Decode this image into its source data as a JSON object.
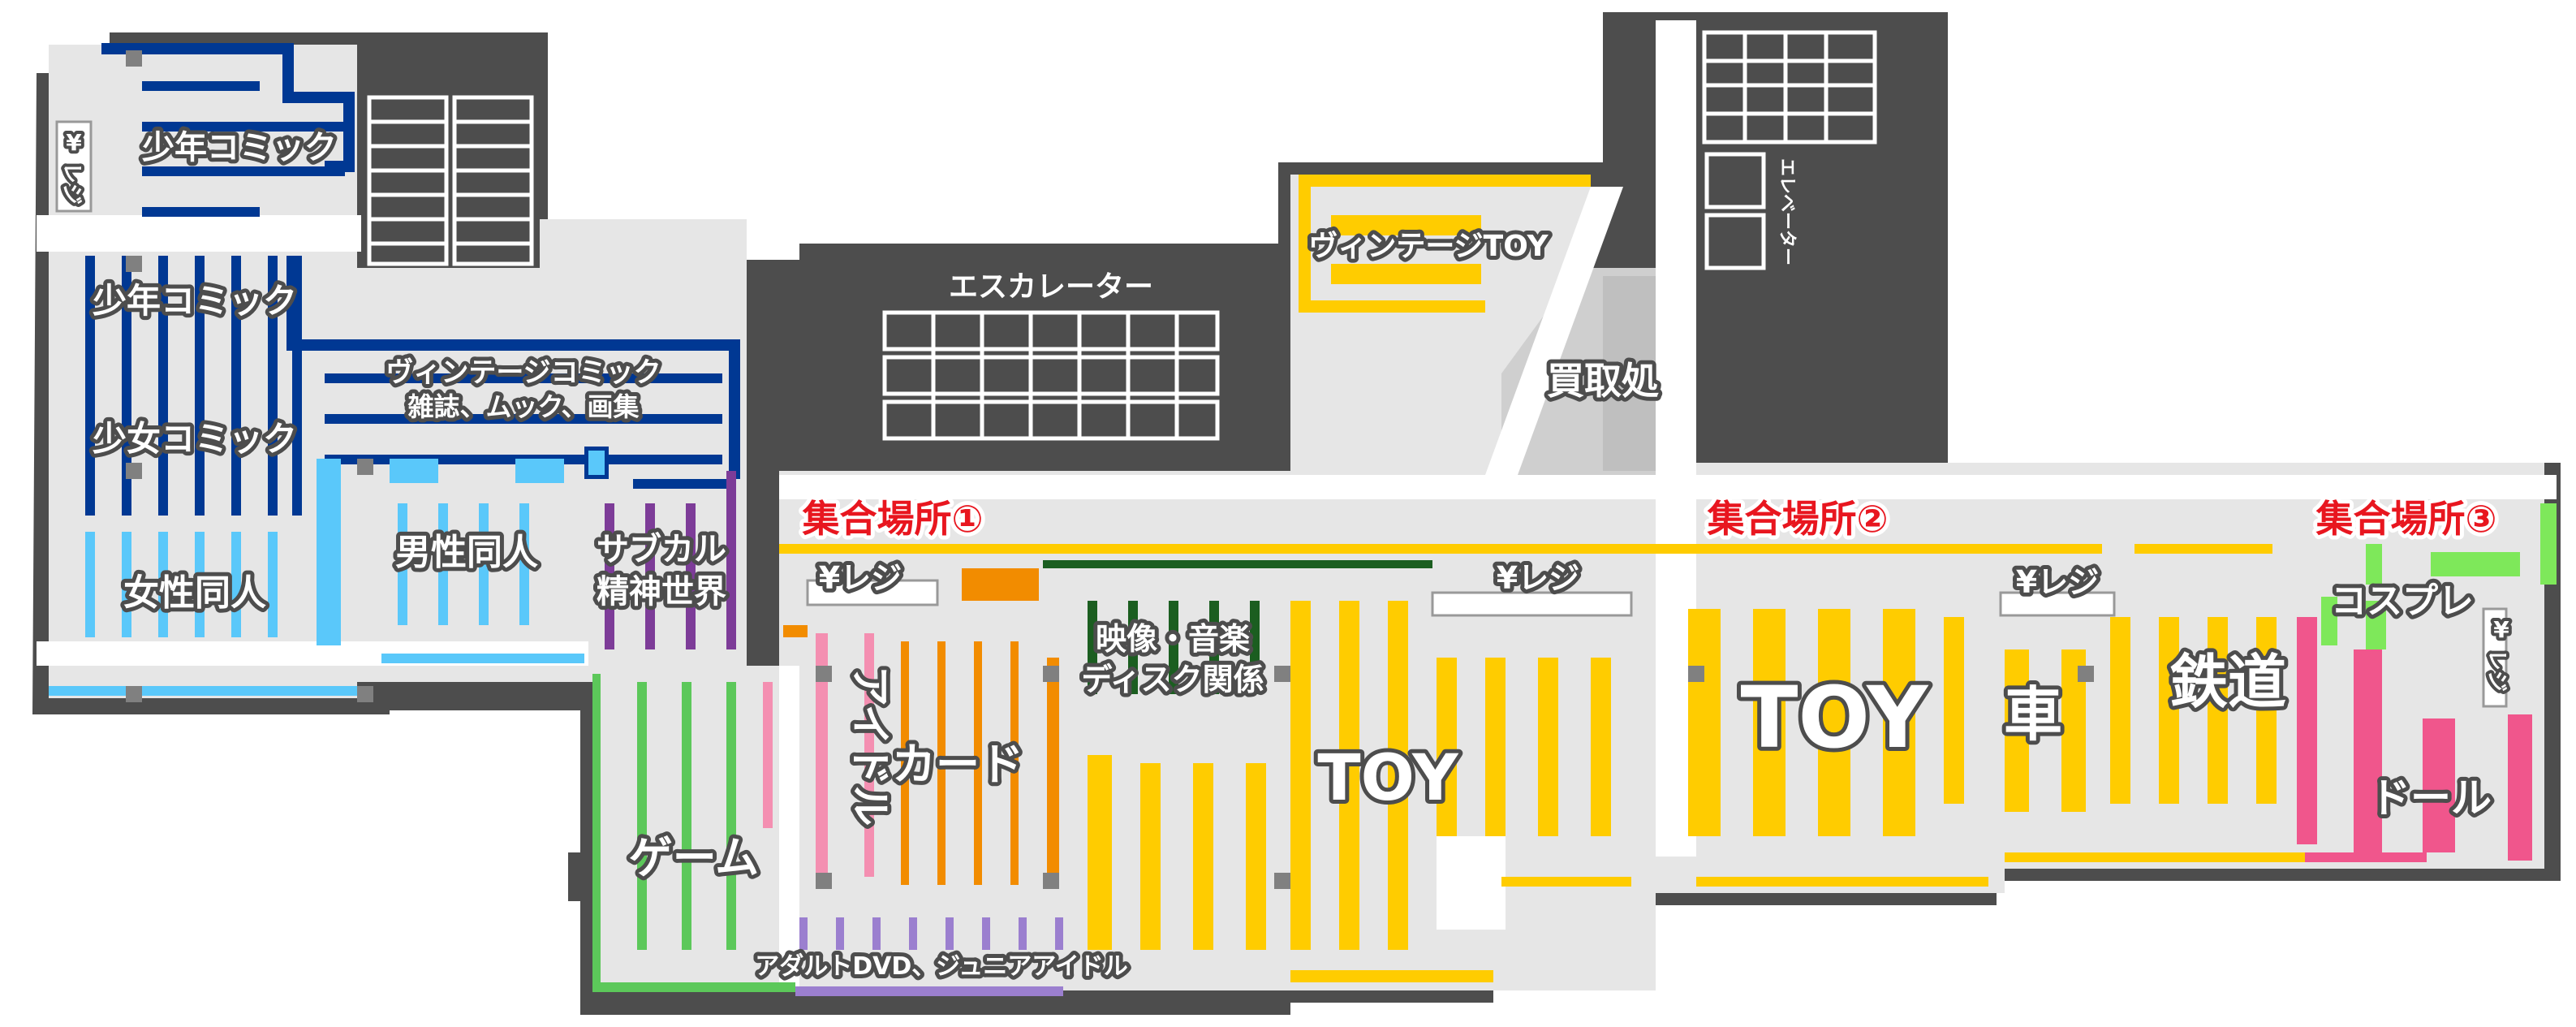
{
  "colors": {
    "wall": "#4d4d4d",
    "floor": "#e6e6e6",
    "blue": "#003893",
    "lightblue": "#5ac8fa",
    "purple": "#7d3c98",
    "green": "#5cc85a",
    "pink": "#f48fb1",
    "orange": "#f28c00",
    "darkgreen": "#1b5e20",
    "yellow": "#ffcc00",
    "hotpink": "#f0568c",
    "brightgreen": "#7ee85a",
    "meeting": "#e8161f"
  },
  "facilities": {
    "escalator": "エスカレーター",
    "elevator": "エレベーター",
    "buyback": "買取処"
  },
  "meeting_points": [
    "集合場所①",
    "集合場所②",
    "集合場所③"
  ],
  "registers": {
    "left_a": "¥",
    "left_b": "レジ",
    "r1": "¥レジ",
    "r2": "¥レジ",
    "r3": "¥レジ",
    "right_a": "¥",
    "right_b": "レジ"
  },
  "sections": {
    "boys_comic_1": "少年コミック",
    "boys_comic_2": "少年コミック",
    "girls_comic": "少女コミック",
    "female_doujin": "女性同人",
    "male_doujin": "男性同人",
    "vintage_comic": "ヴィンテージコミック",
    "vintage_comic_sub": "雑誌、ムック、画集",
    "subcul_1": "サブカル",
    "subcul_2": "精神世界",
    "game": "ゲーム",
    "idol": "アイドル",
    "card": "カード",
    "video_music_1": "映像・音楽",
    "video_music_2": "ディスク関係",
    "toy_left": "TOY",
    "vintage_toy": "ヴィンテージTOY",
    "adult_dvd": "アダルトDVD、ジュニアアイドル",
    "toy_right": "TOY",
    "car": "車",
    "railway": "鉄道",
    "cosplay": "コスプレ",
    "doll": "ドール"
  }
}
